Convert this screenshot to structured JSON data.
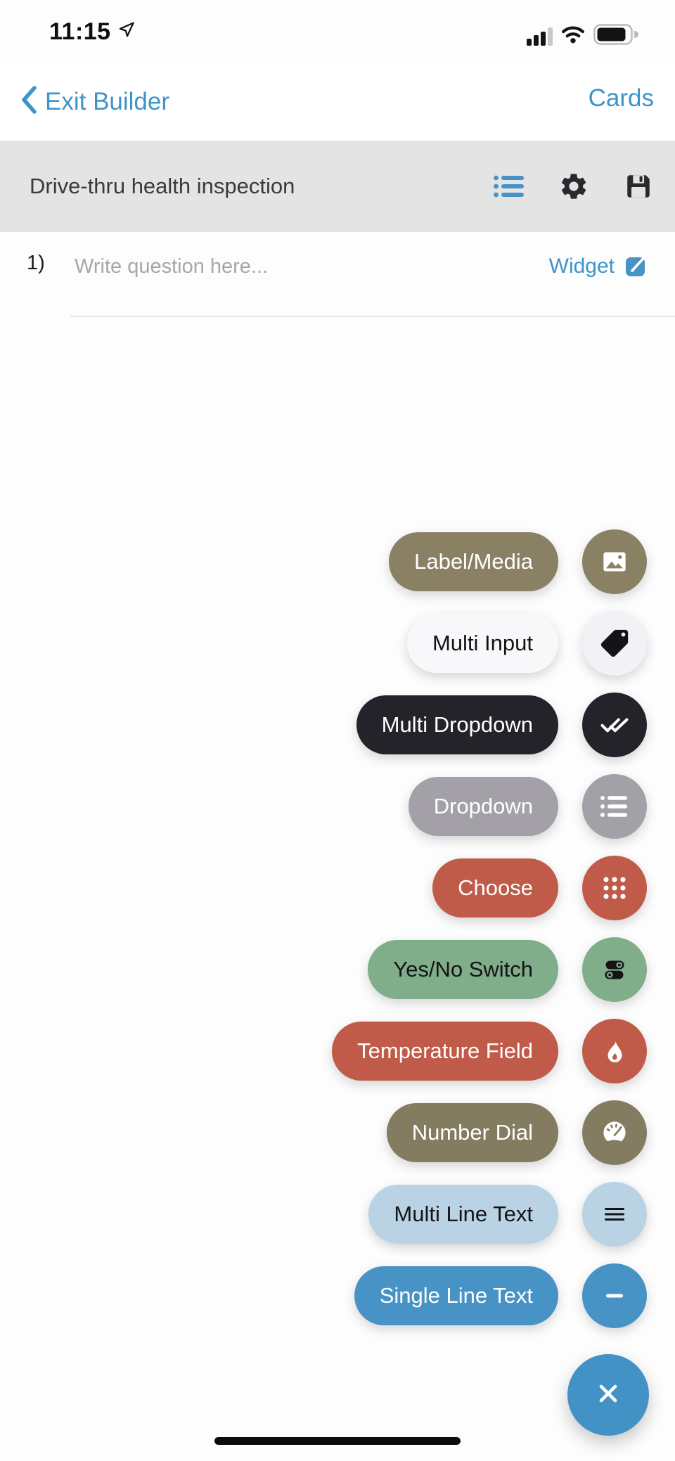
{
  "status_bar": {
    "time": "11:15",
    "icons": [
      "location-arrow-icon",
      "cellular-signal-icon",
      "wifi-icon",
      "battery-icon"
    ]
  },
  "nav": {
    "back_label": "Exit Builder",
    "cards_label": "Cards"
  },
  "toolbar": {
    "title": "Drive-thru health inspection",
    "icons": [
      "list-icon",
      "settings-gear-icon",
      "save-icon"
    ]
  },
  "question": {
    "number": "1)",
    "placeholder": "Write question here...",
    "widget_label": "Widget"
  },
  "speed_dial": {
    "items": [
      {
        "label": "Label/Media",
        "icon": "image-icon",
        "bg": "#8a8164",
        "fg": "#ffffff",
        "icon_color": "#ffffff"
      },
      {
        "label": "Multi Input",
        "icon": "tag-icon",
        "bg": "#f8f8fa",
        "fg": "#141416",
        "icon_color": "#141416",
        "circle_bg": "#f2f2f6"
      },
      {
        "label": "Multi Dropdown",
        "icon": "done-all-icon",
        "bg": "#232329",
        "fg": "#ffffff",
        "icon_color": "#ffffff"
      },
      {
        "label": "Dropdown",
        "icon": "bullet-list-icon",
        "bg": "#a3a0a8",
        "fg": "#ffffff",
        "icon_color": "#ffffff"
      },
      {
        "label": "Choose",
        "icon": "grid-dots-icon",
        "bg": "#c05b49",
        "fg": "#ffffff",
        "icon_color": "#ffffff"
      },
      {
        "label": "Yes/No Switch",
        "icon": "toggles-icon",
        "bg": "#80ad8a",
        "fg": "#141416",
        "icon_color": "#141416"
      },
      {
        "label": "Temperature Field",
        "icon": "flame-icon",
        "bg": "#c05b49",
        "fg": "#ffffff",
        "icon_color": "#ffffff"
      },
      {
        "label": "Number Dial",
        "icon": "gauge-icon",
        "bg": "#837c60",
        "fg": "#ffffff",
        "icon_color": "#ffffff"
      },
      {
        "label": "Multi Line Text",
        "icon": "multi-lines-icon",
        "bg": "#b9d3e5",
        "fg": "#141416",
        "icon_color": "#141416"
      },
      {
        "label": "Single Line Text",
        "icon": "dash-icon",
        "bg": "#4793c5",
        "fg": "#ffffff",
        "icon_color": "#ffffff"
      }
    ],
    "close_icon": "close-x-icon"
  },
  "colors": {
    "accent_blue": "#3e94c9",
    "toolbar_bg": "#e4e4e5",
    "title_text": "#3a3a3c",
    "placeholder_text": "#a6a6ab",
    "fab_blue": "#4292c5"
  }
}
